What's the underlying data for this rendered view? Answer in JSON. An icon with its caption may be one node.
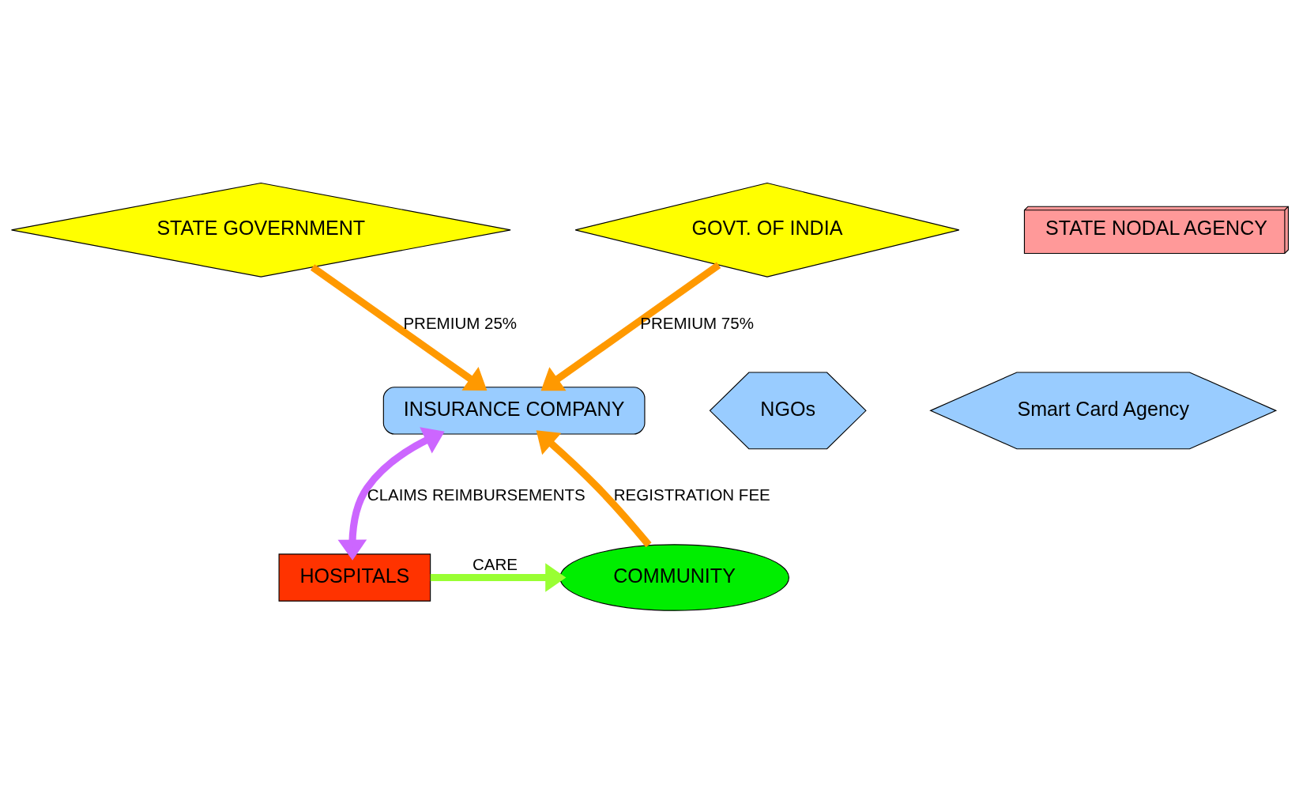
{
  "diagram": {
    "nodes": [
      {
        "text": [
          "STATE GOVERNMENT"
        ]
      },
      {
        "text": [
          "STATE NODAL AGENCY"
        ]
      },
      {
        "text": [
          "GOVT. OF INDIA"
        ]
      },
      {
        "text": [
          "NGOs"
        ]
      },
      {
        "text": [
          "INSURANCE COMPANY"
        ]
      },
      {
        "text": [
          "Smart Card Agency"
        ]
      },
      {
        "text": [
          "COMMUNITY"
        ]
      },
      {
        "text": [
          "HOSPITALS"
        ]
      }
    ],
    "edges": [
      {
        "from": 0,
        "to": 4,
        "arrow": "to",
        "label": "PREMIUM 25%"
      },
      {
        "from": 2,
        "to": 4,
        "arrow": "to",
        "label": "PREMIUM 75%"
      },
      {
        "from": 6,
        "to": 4,
        "arrow": "to",
        "label": "REGISTRATION FEE"
      },
      {
        "from": 4,
        "to": 7,
        "arrow": "both",
        "label": "CLAIMS REIMBURSEMENTS",
        "color": "#cc66ff"
      },
      {
        "from": 7,
        "to": 6,
        "arrow": "to",
        "label": "CARE",
        "color": "#99ff33"
      }
    ]
  }
}
